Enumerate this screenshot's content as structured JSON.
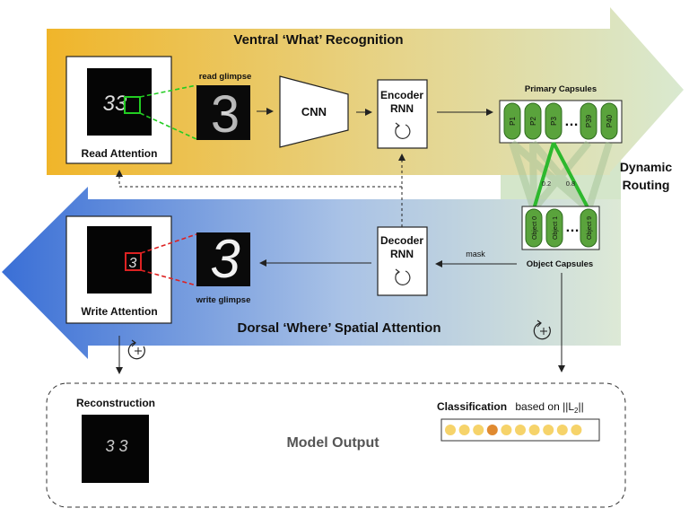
{
  "ventral": {
    "title": "Ventral ‘What’ Recognition"
  },
  "dorsal": {
    "title": "Dorsal ‘Where’ Spatial Attention"
  },
  "read_attention": {
    "label": "Read Attention",
    "glimpse_label": "read glimpse"
  },
  "write_attention": {
    "label": "Write Attention",
    "glimpse_label": "write glimpse"
  },
  "cnn": {
    "label": "CNN"
  },
  "encoder": {
    "line1": "Encoder",
    "line2": "RNN"
  },
  "decoder": {
    "line1": "Decoder",
    "line2": "RNN"
  },
  "primary_capsules": {
    "title": "Primary Capsules",
    "items": [
      "P1",
      "P2",
      "P3",
      "P39",
      "P40"
    ],
    "ellipsis": "…"
  },
  "routing": {
    "label_line1": "Dynamic",
    "label_line2": "Routing",
    "weights": [
      "0.2",
      "0.8"
    ]
  },
  "object_capsules": {
    "title": "Object Capsules",
    "items": [
      "Object 0",
      "Object 1",
      "Object 9"
    ],
    "ellipsis": "…"
  },
  "mask_label": "mask",
  "output": {
    "title": "Model Output",
    "reconstruction_label": "Reconstruction",
    "classification_label": "Classification",
    "classification_suffix": "based on ||L",
    "classification_subscript": "2",
    "classification_close": "||"
  },
  "digits": {
    "read_image_text": "33",
    "read_glimpse_digit": "3",
    "write_image_text": "3",
    "write_glimpse_digit": "3",
    "reconstruction_text": "3 3"
  },
  "classification_dots": [
    {
      "highlight": false
    },
    {
      "highlight": false
    },
    {
      "highlight": false
    },
    {
      "highlight": true
    },
    {
      "highlight": false
    },
    {
      "highlight": false
    },
    {
      "highlight": false
    },
    {
      "highlight": false
    },
    {
      "highlight": false
    },
    {
      "highlight": false
    }
  ],
  "colors": {
    "ventral_start": "#f0b52a",
    "ventral_end": "#d9e9d0",
    "dorsal_start": "#3a6fd6",
    "dorsal_end": "#dde9d6",
    "routing_arrow": "#cfe3c4",
    "capsule_green": "#5aa33c",
    "capsule_border": "#2f6b1f",
    "route_line": "#2db82d",
    "read_box": "#22cc22",
    "write_box": "#dd2222",
    "dot_fill": "#f6d36a",
    "dot_highlight": "#e08a30"
  },
  "icons": [
    "recurrent-loop-icon",
    "plus-cycle-icon"
  ]
}
